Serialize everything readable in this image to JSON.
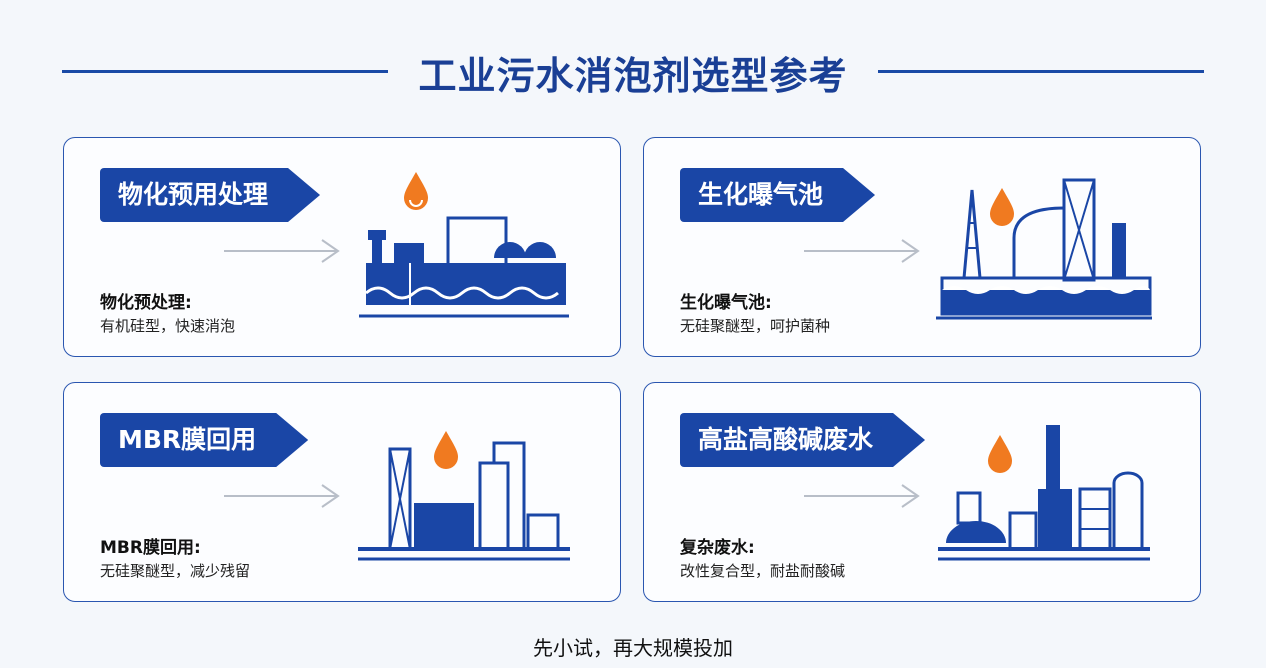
{
  "title": "工业污水消泡剂选型参考",
  "colors": {
    "primary": "#1a46a6",
    "accent": "#f07a20",
    "arrow": "#b8bec8"
  },
  "cards": [
    {
      "badge": "物化预用处理",
      "desc_title": "物化预处理:",
      "desc_text": "有机硅型，快速消泡",
      "icon": "physchem-plant-icon"
    },
    {
      "badge": "生化曝气池",
      "desc_title": "生化曝气池:",
      "desc_text": "无硅聚醚型，呵护菌种",
      "icon": "aeration-tank-icon"
    },
    {
      "badge": "MBR膜回用",
      "desc_title": "MBR膜回用:",
      "desc_text": "无硅聚醚型，减少残留",
      "icon": "mbr-plant-icon"
    },
    {
      "badge": "高盐高酸碱废水",
      "desc_title": "复杂废水:",
      "desc_text": "改性复合型，耐盐耐酸碱",
      "icon": "complex-wastewater-plant-icon"
    }
  ],
  "footer": "先小试，再大规模投加"
}
